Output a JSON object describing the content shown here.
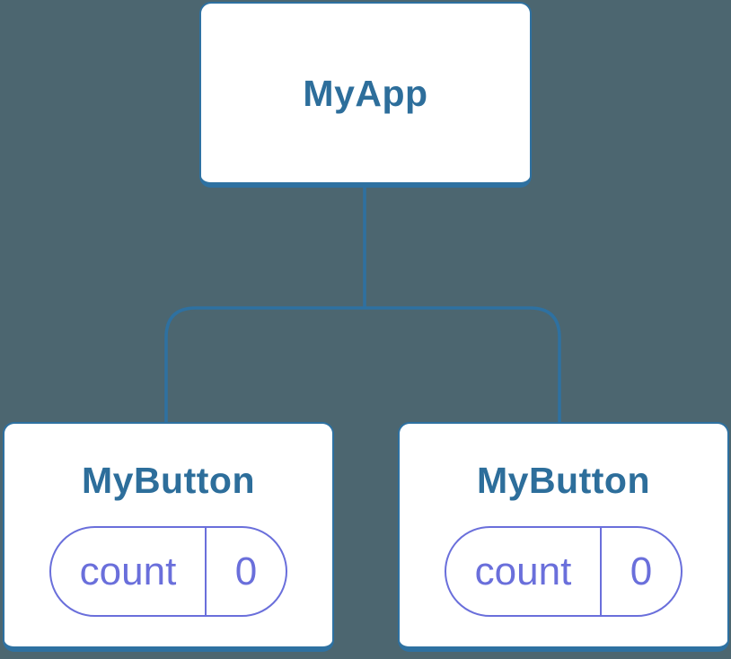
{
  "diagram": {
    "type": "component-tree",
    "colors": {
      "background": "#4C6670",
      "node_border": "#2E71A1",
      "node_fill": "#FFFFFF",
      "title_text": "#2D6E9B",
      "state_pill": "#6A6FDB",
      "connector": "#2E71A1"
    },
    "root": {
      "title": "MyApp"
    },
    "children": [
      {
        "title": "MyButton",
        "state": {
          "key": "count",
          "value": "0"
        }
      },
      {
        "title": "MyButton",
        "state": {
          "key": "count",
          "value": "0"
        }
      }
    ]
  }
}
